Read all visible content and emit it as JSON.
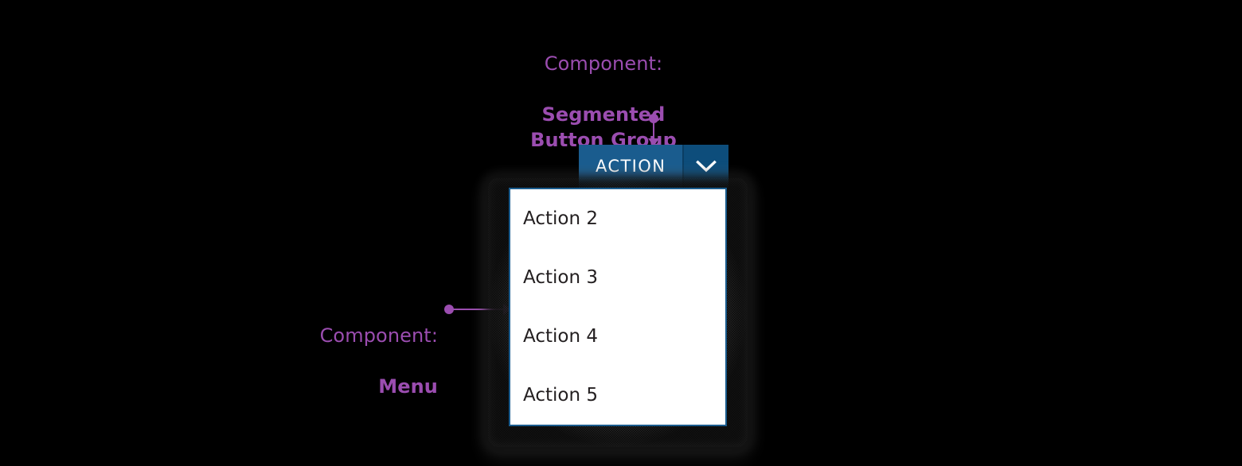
{
  "colors": {
    "background": "#000000",
    "annotation_purple": "#9B4DB0",
    "button_primary_blue": "#1A5C8E",
    "button_toggle_blue": "#0D4D7B",
    "menu_border_blue": "#1A5C8E",
    "menu_background": "#FFFFFF",
    "menu_text": "#231F20",
    "button_text": "#FFFFFF"
  },
  "annotations": {
    "top": {
      "label": "Component:",
      "value": "Segmented\nButton Group",
      "target": "segmented-button-group"
    },
    "left": {
      "label": "Component:",
      "value": "Menu",
      "target": "menu"
    }
  },
  "segmented_button_group": {
    "primary_label": "ACTION",
    "toggle_icon": "chevron-down-icon",
    "expanded": true
  },
  "menu": {
    "items": [
      {
        "label": "Action 2"
      },
      {
        "label": "Action 3"
      },
      {
        "label": "Action 4"
      },
      {
        "label": "Action 5"
      }
    ]
  }
}
